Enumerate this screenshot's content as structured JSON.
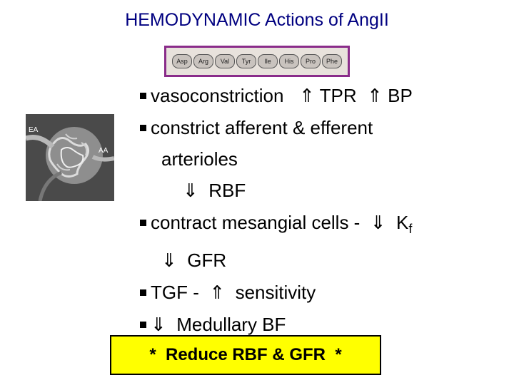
{
  "title": "HEMODYNAMIC Actions of AngII",
  "peptide": [
    "Asp",
    "Arg",
    "Val",
    "Tyr",
    "Ile",
    "His",
    "Pro",
    "Phe"
  ],
  "micrograph": {
    "label_left": "EA",
    "label_right": "AA"
  },
  "bullets": {
    "b1": {
      "text": "vasoconstriction",
      "arrow1": "⇑",
      "t1": "TPR",
      "arrow2": "⇑",
      "t2": "BP"
    },
    "b2": {
      "line1": "constrict afferent & efferent",
      "line2": "arterioles",
      "arrow": "⇓",
      "t": "RBF"
    },
    "b3": {
      "text": "contract mesangial cells -",
      "arrow": "⇓",
      "t": "K",
      "sub": "f",
      "arrow2": "⇓",
      "t2": "GFR"
    },
    "b4": {
      "text": "TGF  -",
      "arrow": "⇑",
      "t": "sensitivity"
    },
    "b5": {
      "arrow": "⇓",
      "t": "Medullary BF"
    }
  },
  "summary": "*  Reduce RBF & GFR  *"
}
